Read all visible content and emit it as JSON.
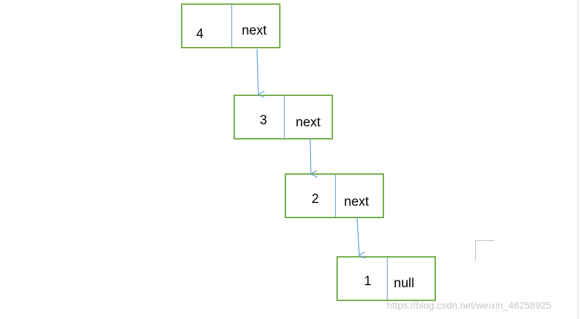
{
  "diagram": {
    "nodes": [
      {
        "value": "4",
        "pointer": "next"
      },
      {
        "value": "3",
        "pointer": "next"
      },
      {
        "value": "2",
        "pointer": "next"
      },
      {
        "value": "1",
        "pointer": "null"
      }
    ],
    "colors": {
      "node_border": "#70ad47",
      "divider": "#5b9bd5",
      "arrow": "#5b9bd5"
    }
  },
  "watermark": "https://blog.csdn.net/weixin_46258925"
}
